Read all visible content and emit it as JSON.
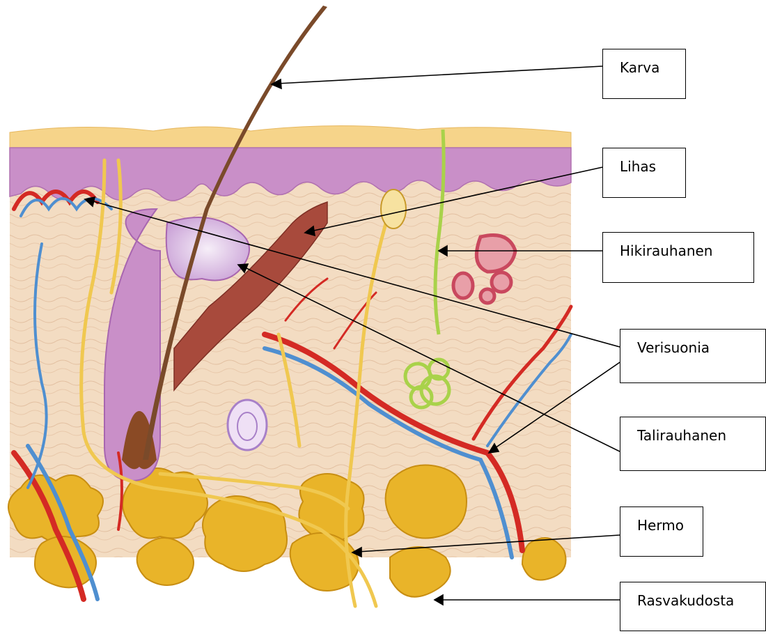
{
  "labels": {
    "karva": "Karva",
    "lihas": "Lihas",
    "hikirauhanen": "Hikirauhanen",
    "verisuonia": "Verisuonia",
    "talirauhanen": "Talirauhanen",
    "hermo": "Hermo",
    "rasvakudosta": "Rasvakudosta"
  },
  "colors": {
    "epidermis": "#c98fc8",
    "dermis": "#f2d9bf",
    "fat": "#e9b429",
    "artery": "#d42a24",
    "vein": "#4f8fd0",
    "nerve": "#f0c850",
    "muscle": "#a84a3c",
    "hair": "#7a4a2a",
    "sweat_gland": "#a9d24a"
  }
}
